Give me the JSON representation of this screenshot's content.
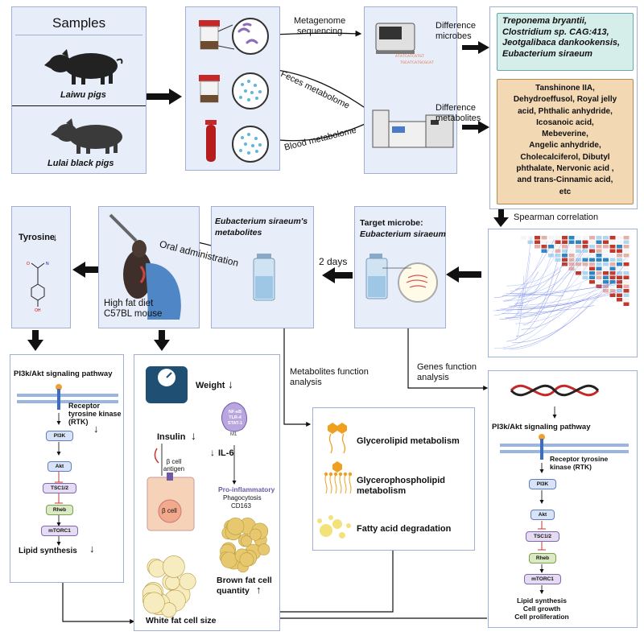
{
  "samples": {
    "title": "Samples",
    "pig1": "Laiwu pigs",
    "pig2": "Lulai black pigs"
  },
  "flow": {
    "metagenome": [
      "Metagenome",
      "sequencing"
    ],
    "feces": "Feces metabolome",
    "blood": "Blood metabolome",
    "diff_microbes": [
      "Difference",
      "microbes"
    ],
    "diff_metabolites": [
      "Difference",
      "metabolites"
    ],
    "spearman": "Spearman correlation",
    "two_days": "2 days",
    "oral": "Oral administration",
    "metab_func": [
      "Metabolites function",
      "analysis"
    ],
    "genes_func": [
      "Genes function",
      "analysis"
    ]
  },
  "microbes_box": [
    "Treponema bryantii,",
    "Clostridium sp. CAG:413,",
    "Jeotgalibaca dankookensis,",
    "Eubacterium siraeum"
  ],
  "metabolites_box": [
    "Tanshinone IIA,",
    "Dehydroeffusol, Royal jelly",
    "acid, Phthalic anhydride,",
    "Icosanoic acid,",
    "Mebeverine,",
    "Angelic anhydride,",
    "Cholecalciferol, Dibutyl",
    "phthalate, Nervonic acid ,",
    "and trans-Cinnamic acid,",
    "etc"
  ],
  "target": {
    "title": "Target microbe:",
    "name": "Eubacterium siraeum"
  },
  "es_metab": [
    "Eubacterium siraeum's",
    "metabolites"
  ],
  "mouse": [
    "High fat diet",
    "C57BL mouse"
  ],
  "tyrosine": {
    "label": "Tyrosine",
    "arrow": "↓"
  },
  "pi3k_left": {
    "title": "PI3k/Akt signaling pathway",
    "receptor": [
      "Receptor",
      "tyrosine kinase",
      "(RTK)"
    ],
    "nodes": [
      "PI3K",
      "Akt",
      "TSC1/2",
      "Rheb",
      "mTORC1"
    ],
    "out": "Lipid synthesis",
    "arrow": "↓"
  },
  "middle": {
    "weight": "Weight",
    "insulin": "Insulin",
    "il6": "IL-6",
    "beta_antigen": [
      "β cell",
      "antigen"
    ],
    "beta_cell": "β cell",
    "m1_labels": [
      "NF-κB",
      "TLR-4",
      "STAT-1",
      "M1"
    ],
    "proinf": "Pro-inflammatory",
    "phago": "Phagocytosis",
    "cd163": "CD163",
    "brown": [
      "Brown fat cell",
      "quantity"
    ],
    "down": "↓",
    "up": "↑"
  },
  "metab_funcs": [
    "Glycerolipid metabolism",
    "Glycerophospholipid",
    "metabolism",
    "Fatty acid degradation"
  ],
  "pi3k_right": {
    "title": "PI3k/Akt signaling pathway",
    "receptor": [
      "Receptor tyrosine",
      "kinase (RTK)"
    ],
    "nodes": [
      "PI3K",
      "Akt",
      "TSC1/2",
      "Rheb",
      "mTORC1"
    ],
    "out": [
      "Lipid synthesis",
      "Cell growth",
      "Cell proliferation"
    ]
  },
  "white_fat": "White fat cell size",
  "colors": {
    "panel": "#e8eef9",
    "border": "#9fb0d6",
    "teal_box": "#d6eeea",
    "orange_box": "#f3d8b4",
    "arrow": "#111111",
    "fat": "#ecd78a"
  }
}
